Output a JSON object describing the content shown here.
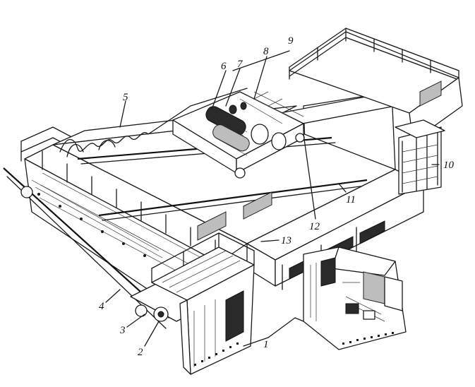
{
  "diagram": {
    "colors": {
      "ink": "#1a1a1a",
      "background": "#ffffff",
      "shade": "#bdbdbd"
    },
    "labels": [
      {
        "id": "1",
        "text": "1"
      },
      {
        "id": "2",
        "text": "2"
      },
      {
        "id": "3",
        "text": "3"
      },
      {
        "id": "4",
        "text": "4"
      },
      {
        "id": "5",
        "text": "5"
      },
      {
        "id": "6",
        "text": "6"
      },
      {
        "id": "7",
        "text": "7"
      },
      {
        "id": "8",
        "text": "8"
      },
      {
        "id": "9",
        "text": "9"
      },
      {
        "id": "10",
        "text": "10"
      },
      {
        "id": "11",
        "text": "11"
      },
      {
        "id": "12",
        "text": "12"
      },
      {
        "id": "13",
        "text": "13"
      }
    ]
  }
}
